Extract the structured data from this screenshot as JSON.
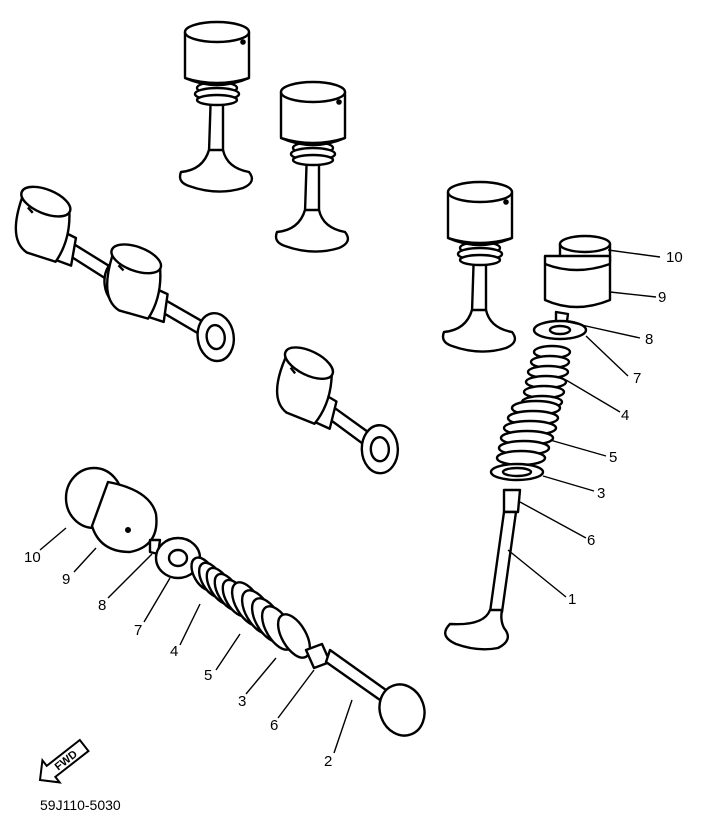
{
  "diagram": {
    "part_code": "59J110-5030",
    "fwd_text": "FWD",
    "right_callouts": [
      "10",
      "9",
      "8",
      "7",
      "4",
      "5",
      "3",
      "6",
      "1"
    ],
    "left_callouts": [
      "10",
      "9",
      "8",
      "7",
      "4",
      "5",
      "3",
      "6",
      "2"
    ]
  }
}
